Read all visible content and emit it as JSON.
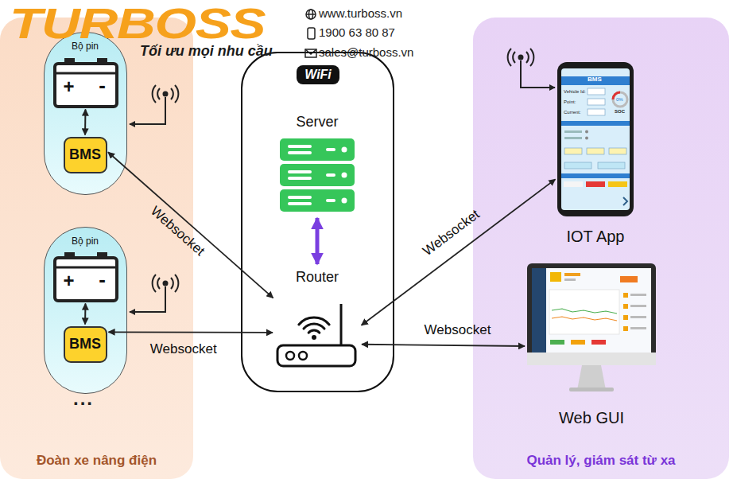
{
  "diagram": {
    "nodes": [
      {
        "text": [
          "Đoàn xe nâng điện"
        ]
      },
      {
        "text": [
          "Bộ pin"
        ],
        "in": 0
      },
      {
        "text": [
          "+",
          "-"
        ],
        "in": 1
      },
      {
        "text": [
          "BMS"
        ],
        "in": 1
      },
      {
        "text": [
          "Bộ pin"
        ],
        "in": 0
      },
      {
        "text": [
          "+",
          "-"
        ],
        "in": 4
      },
      {
        "text": [
          "BMS"
        ],
        "in": 4
      },
      {
        "text": [
          "WiFi"
        ]
      },
      {
        "text": [
          "Server"
        ],
        "in": 7
      },
      {
        "text": [
          "Router"
        ],
        "in": 7
      },
      {
        "text": [
          "Quản lý, giám sát từ xa"
        ]
      },
      {
        "text": [
          "IOT App"
        ],
        "in": 10
      },
      {
        "text": [
          "Web GUI"
        ],
        "in": 10
      }
    ],
    "edges": [
      {
        "from": 2,
        "to": 3,
        "arrow": "both"
      },
      {
        "from": 5,
        "to": 6,
        "arrow": "both"
      },
      {
        "from": 3,
        "to": 9,
        "label": "Websocket",
        "arrow": "both"
      },
      {
        "from": 6,
        "to": 9,
        "label": "Websocket",
        "arrow": "both"
      },
      {
        "from": 8,
        "to": 9,
        "arrow": "both"
      },
      {
        "from": 11,
        "to": 9,
        "label": "Websocket",
        "arrow": "both"
      },
      {
        "from": 12,
        "to": 9,
        "label": "Websocket",
        "arrow": "both"
      }
    ],
    "labels": [
      "TURBOSS",
      "Tối ưu mọi nhu cầu",
      "www.turboss.vn",
      "1900 63 80 87",
      "sales@turboss.vn",
      "...",
      "BMS",
      "Vehicle Id:",
      "Point:",
      "Current:",
      "0%",
      "SOC"
    ]
  }
}
